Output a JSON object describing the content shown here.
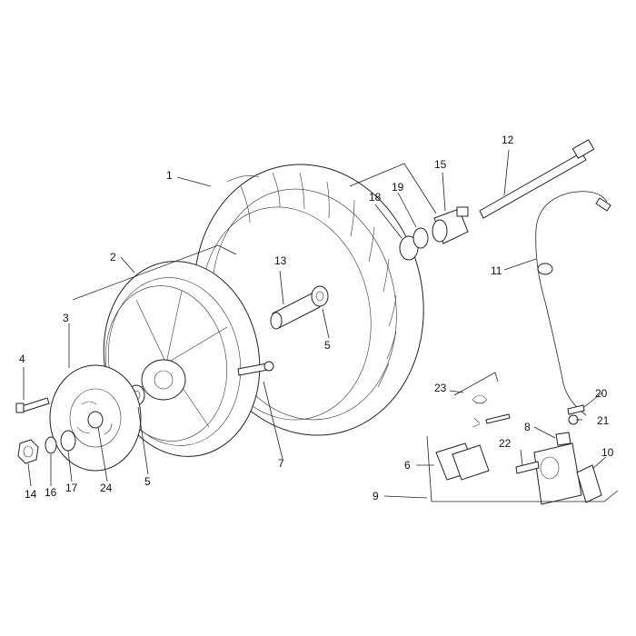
{
  "callouts": [
    {
      "id": "1",
      "text": "1"
    },
    {
      "id": "2",
      "text": "2"
    },
    {
      "id": "3",
      "text": "3"
    },
    {
      "id": "4",
      "text": "4"
    },
    {
      "id": "5a",
      "text": "5"
    },
    {
      "id": "5b",
      "text": "5"
    },
    {
      "id": "6",
      "text": "6"
    },
    {
      "id": "7",
      "text": "7"
    },
    {
      "id": "8",
      "text": "8"
    },
    {
      "id": "9",
      "text": "9"
    },
    {
      "id": "10",
      "text": "10"
    },
    {
      "id": "11",
      "text": "11"
    },
    {
      "id": "12",
      "text": "12"
    },
    {
      "id": "13",
      "text": "13"
    },
    {
      "id": "14",
      "text": "14"
    },
    {
      "id": "15",
      "text": "15"
    },
    {
      "id": "16",
      "text": "16"
    },
    {
      "id": "17",
      "text": "17"
    },
    {
      "id": "18",
      "text": "18"
    },
    {
      "id": "19",
      "text": "19"
    },
    {
      "id": "20",
      "text": "20"
    },
    {
      "id": "21",
      "text": "21"
    },
    {
      "id": "22",
      "text": "22"
    },
    {
      "id": "23",
      "text": "23"
    },
    {
      "id": "24",
      "text": "24"
    }
  ]
}
